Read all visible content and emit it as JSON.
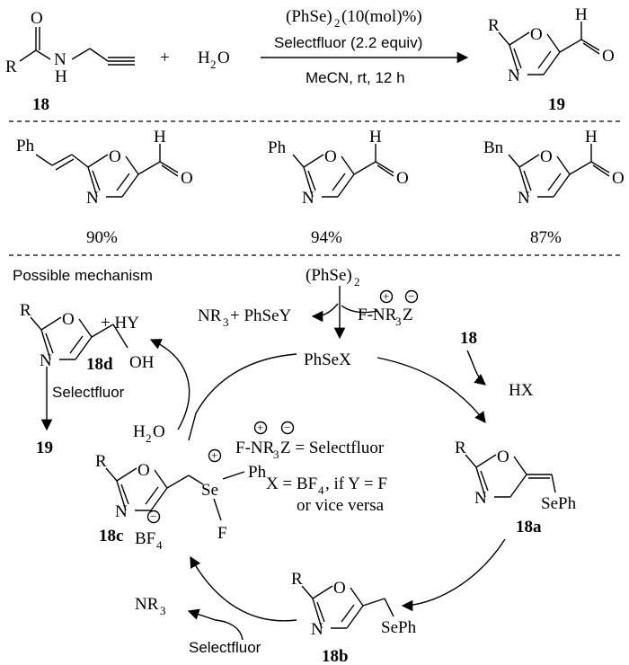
{
  "reaction": {
    "reagent_1": "(PhSe)",
    "reagent_1_sub": "2",
    "reagent_1_tail": " (10(mol)%)",
    "reagent_2": "Selectfluor (2.2 equiv)",
    "conditions": "MeCN, rt, 12 h",
    "plus": "+",
    "water": "H",
    "water_sub": "2",
    "water_tail": "O",
    "sm_label": "18",
    "product_label": "19"
  },
  "atoms": {
    "R": "R",
    "N": "N",
    "O": "O",
    "H": "H",
    "NH_N": "N",
    "NH_H": "H"
  },
  "examples": [
    {
      "substituent": "Ph",
      "yield": "90%"
    },
    {
      "substituent": "Ph",
      "yield": "94%"
    },
    {
      "substituent": "Bn",
      "yield": "87%"
    }
  ],
  "mechanism": {
    "heading": "Possible mechanism",
    "phse2": "(PhSe)",
    "phse2_sub": "2",
    "nr3_phsey": "NR",
    "nr3_phsey_sub": "3",
    "nr3_phsey_tail": " + PhSeY",
    "f_nr3z": "F-NR",
    "f_nr3z_sub": "3",
    "f_nr3z_tail": "Z",
    "plus_charge": "+",
    "minus_charge": "−",
    "phsex": "PhSeX",
    "sm": "18",
    "hx": "HX",
    "hy": "+ HY",
    "oh": "OH",
    "selectfluor_down": "Selectfluor",
    "final_product": "19",
    "water": "H",
    "water_sub": "2",
    "water_tail": "O",
    "definition_lhs": "F-NR",
    "definition_sub": "3",
    "definition_rhs": "Z = Selectfluor",
    "x_def_1": "X = BF",
    "x_def_1_sub": "4",
    "x_def_1_tail": ", if Y = F",
    "x_def_2": "or vice versa",
    "se": "Se",
    "ph": "Ph",
    "f": "F",
    "bf4": "BF",
    "bf4_sub": "4",
    "seph_a": "SePh",
    "seph_b": "SePh",
    "nr3_out": "NR",
    "nr3_out_sub": "3",
    "selectfluor_in": "Selectfluor",
    "labels": {
      "a": "18a",
      "b": "18b",
      "c": "18c",
      "d": "18d"
    }
  }
}
